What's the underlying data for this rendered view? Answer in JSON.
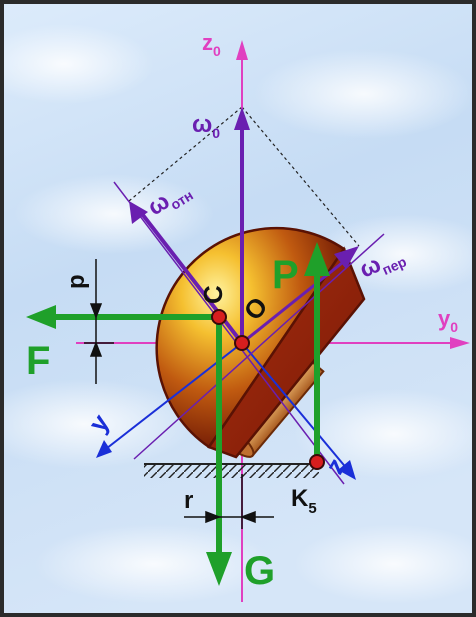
{
  "diagram": {
    "axes": {
      "z0": {
        "main": "z",
        "sub": "0"
      },
      "y0": {
        "main": "y",
        "sub": "0"
      },
      "y": {
        "main": "y"
      },
      "z": {
        "main": "z"
      }
    },
    "vectors": {
      "omega0": {
        "main": "ω",
        "sub": "0"
      },
      "omega_otn": {
        "main": "ω",
        "sub": "отн"
      },
      "omega_per": {
        "main": "ω",
        "sub": "пер"
      },
      "P": "P",
      "F": "F",
      "G": "G"
    },
    "points": {
      "C": "C",
      "O": "O",
      "K5": {
        "main": "K",
        "sub": "5"
      }
    },
    "dimensions": {
      "p": "p",
      "r": "r"
    },
    "colors": {
      "z0_axis": "#e040c0",
      "y0_axis": "#e040c0",
      "omega": "#6a1fb0",
      "force": "#1fa02a",
      "local_axis": "#1a2fd8",
      "body_dark": "#7a1a06",
      "body_light": "#ffe070",
      "point": "#d81e1e"
    }
  }
}
